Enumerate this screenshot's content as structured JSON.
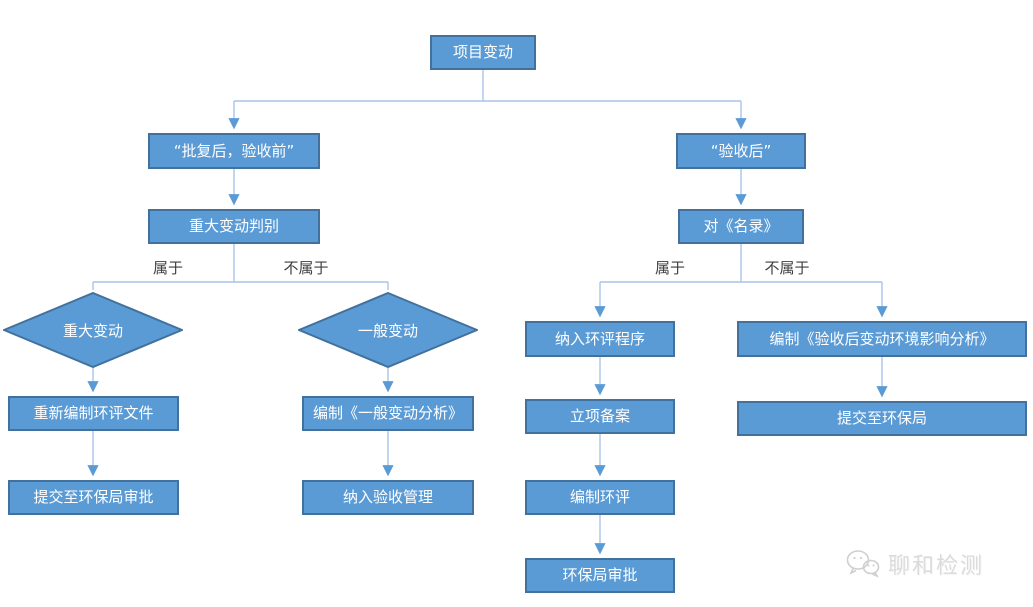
{
  "colors": {
    "node_fill": "#5B9BD5",
    "node_border": "#41719C",
    "connector": "#A9C4E8",
    "arrow": "#5B9BD5",
    "label_text": "#3F3F3F",
    "watermark": "#DBDBDB"
  },
  "root": {
    "label": "项目变动"
  },
  "branch_left": {
    "condition": "“批复后，验收前”",
    "step": "重大变动判别",
    "label_yes": "属于",
    "label_no": "不属于",
    "path_major": {
      "decision": "重大变动",
      "steps": [
        "重新编制环评文件",
        "提交至环保局审批"
      ]
    },
    "path_general": {
      "decision": "一般变动",
      "steps": [
        "编制《一般变动分析》",
        "纳入验收管理"
      ]
    }
  },
  "branch_right": {
    "condition": "“验收后”",
    "step": "对《名录》",
    "label_yes": "属于",
    "label_no": "不属于",
    "path_listed": {
      "steps": [
        "纳入环评程序",
        "立项备案",
        "编制环评",
        "环保局审批"
      ]
    },
    "path_unlisted": {
      "steps": [
        "编制《验收后变动环境影响分析》",
        "提交至环保局"
      ]
    }
  },
  "watermark": {
    "text": "聊和检测",
    "icon": "wechat-logo"
  }
}
